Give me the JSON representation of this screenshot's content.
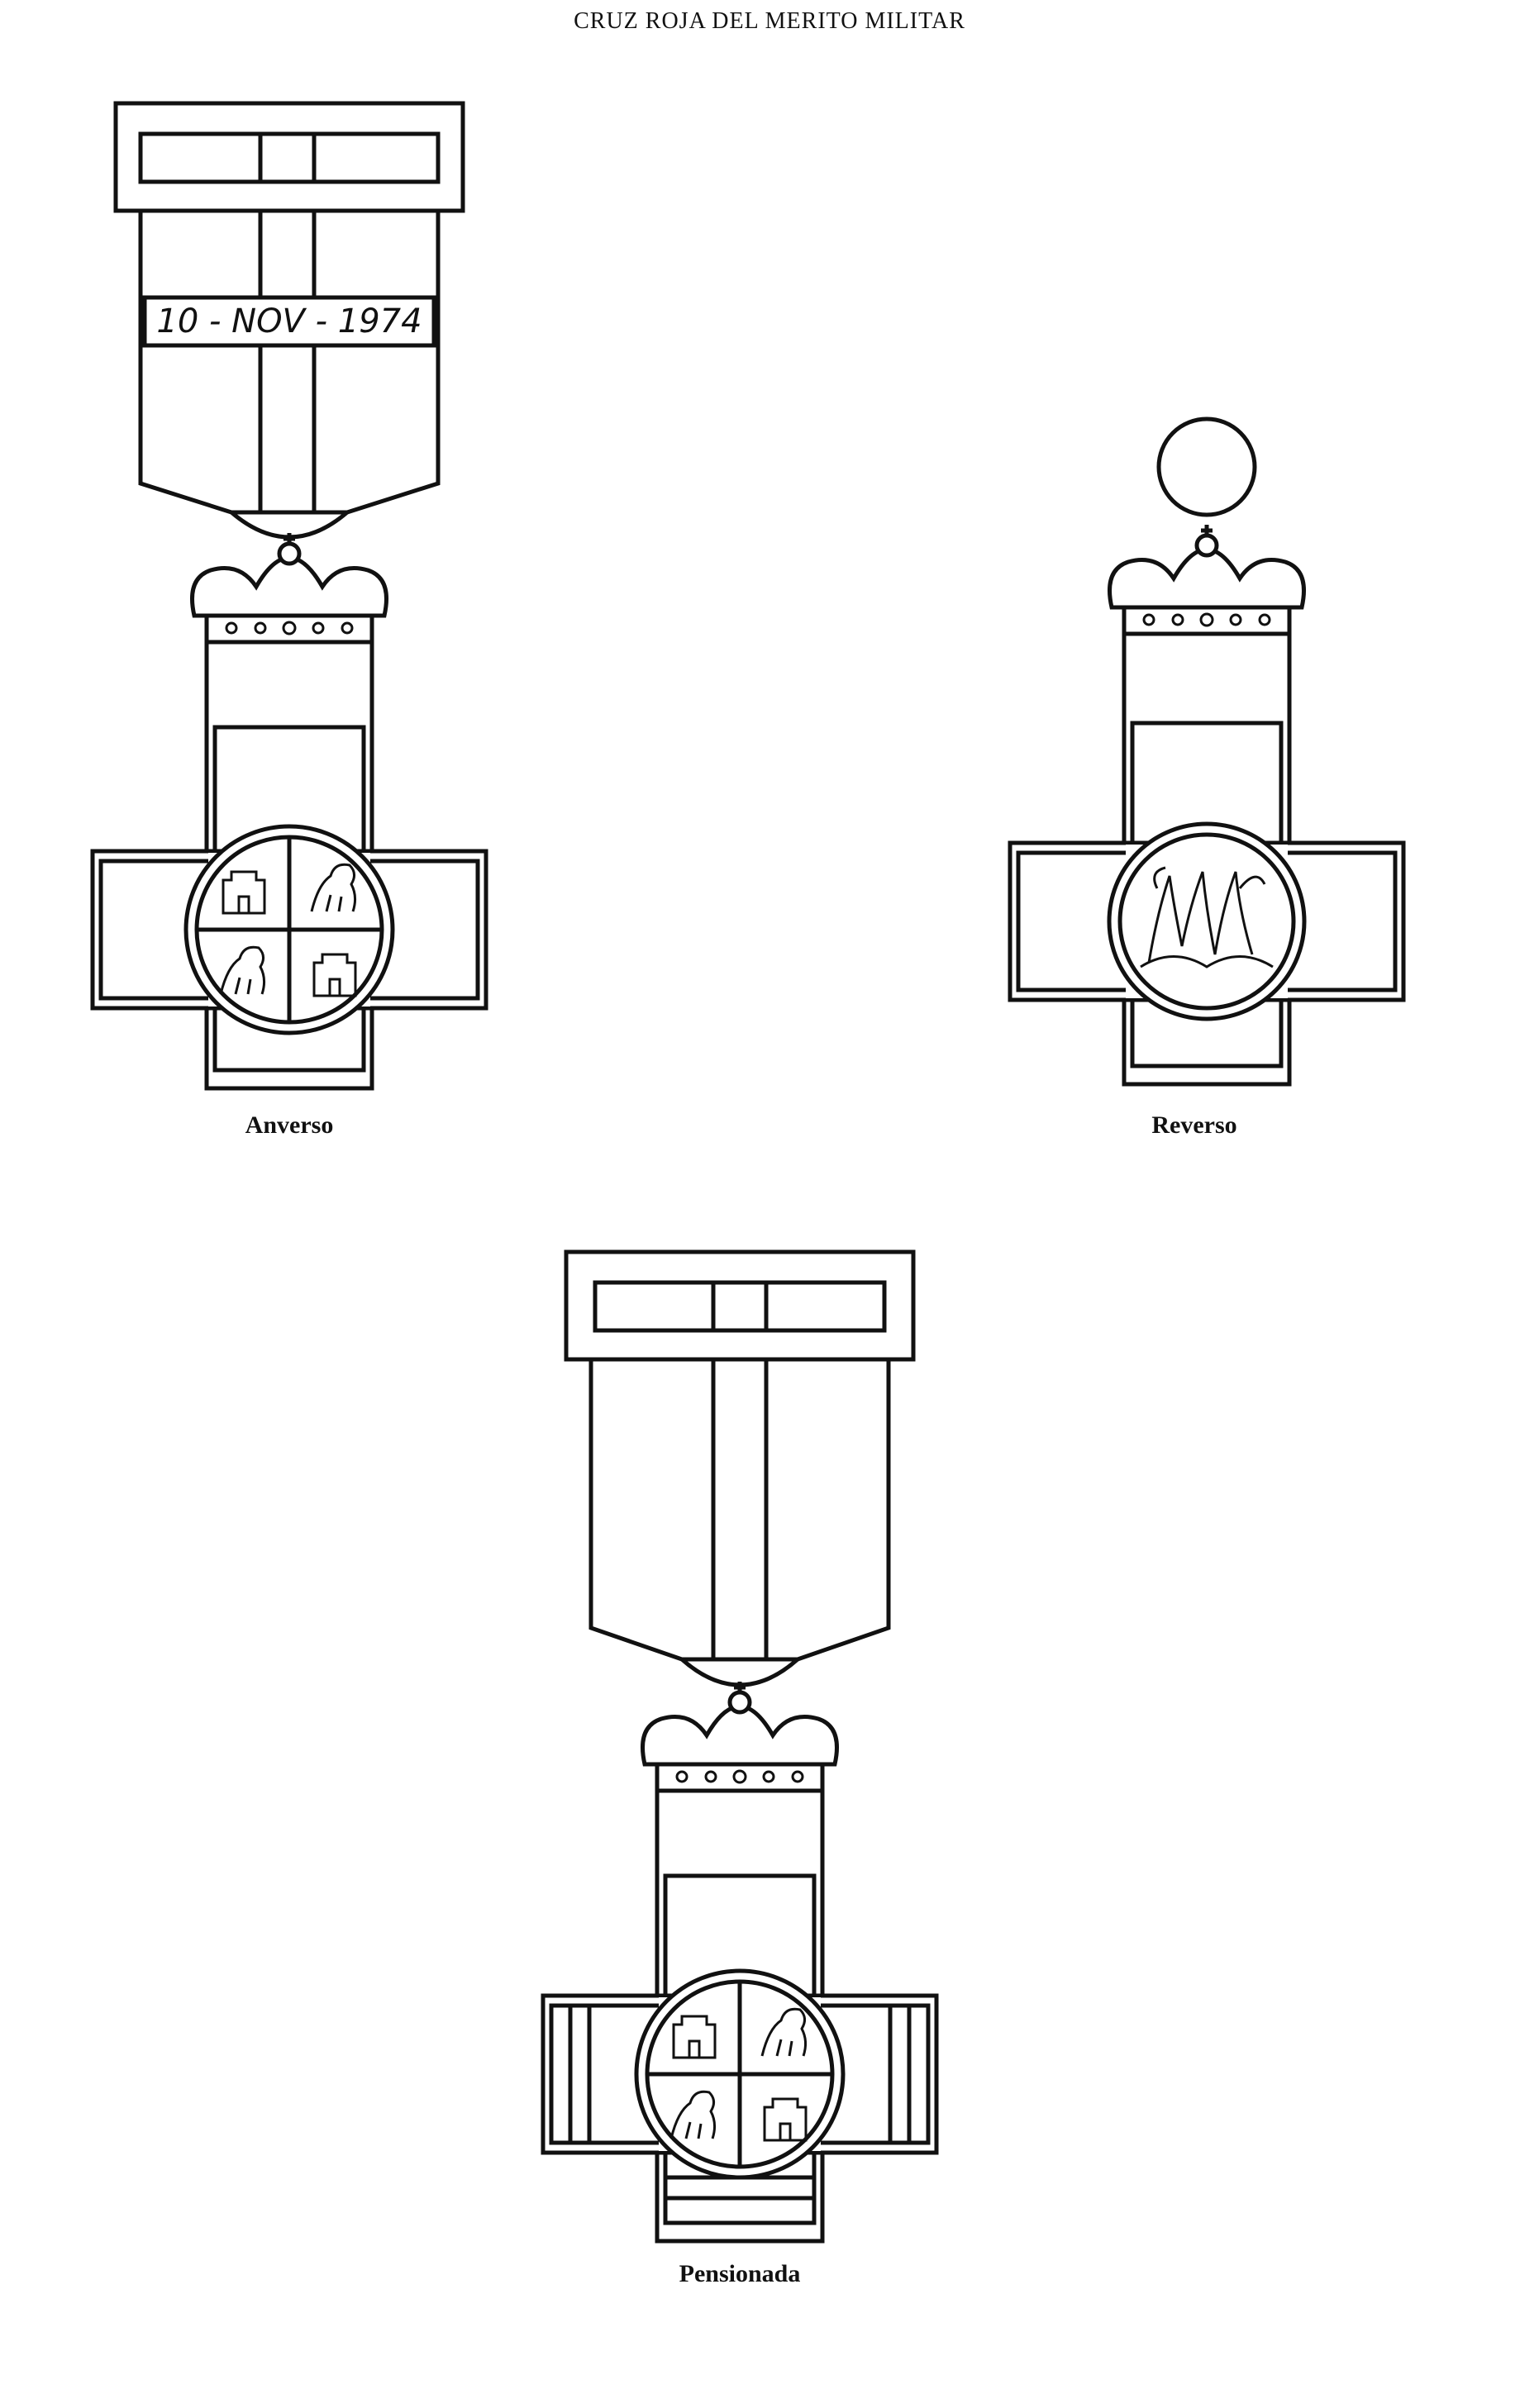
{
  "page": {
    "title": "CRUZ ROJA DEL MERITO MILITAR"
  },
  "figures": {
    "anverso": {
      "caption": "Anverso",
      "date_plate": "10 - NOV - 1974"
    },
    "reverso": {
      "caption": "Reverso"
    },
    "pensionada": {
      "caption": "Pensionada"
    }
  },
  "colors": {
    "ink": "#111111",
    "paper": "#ffffff"
  }
}
